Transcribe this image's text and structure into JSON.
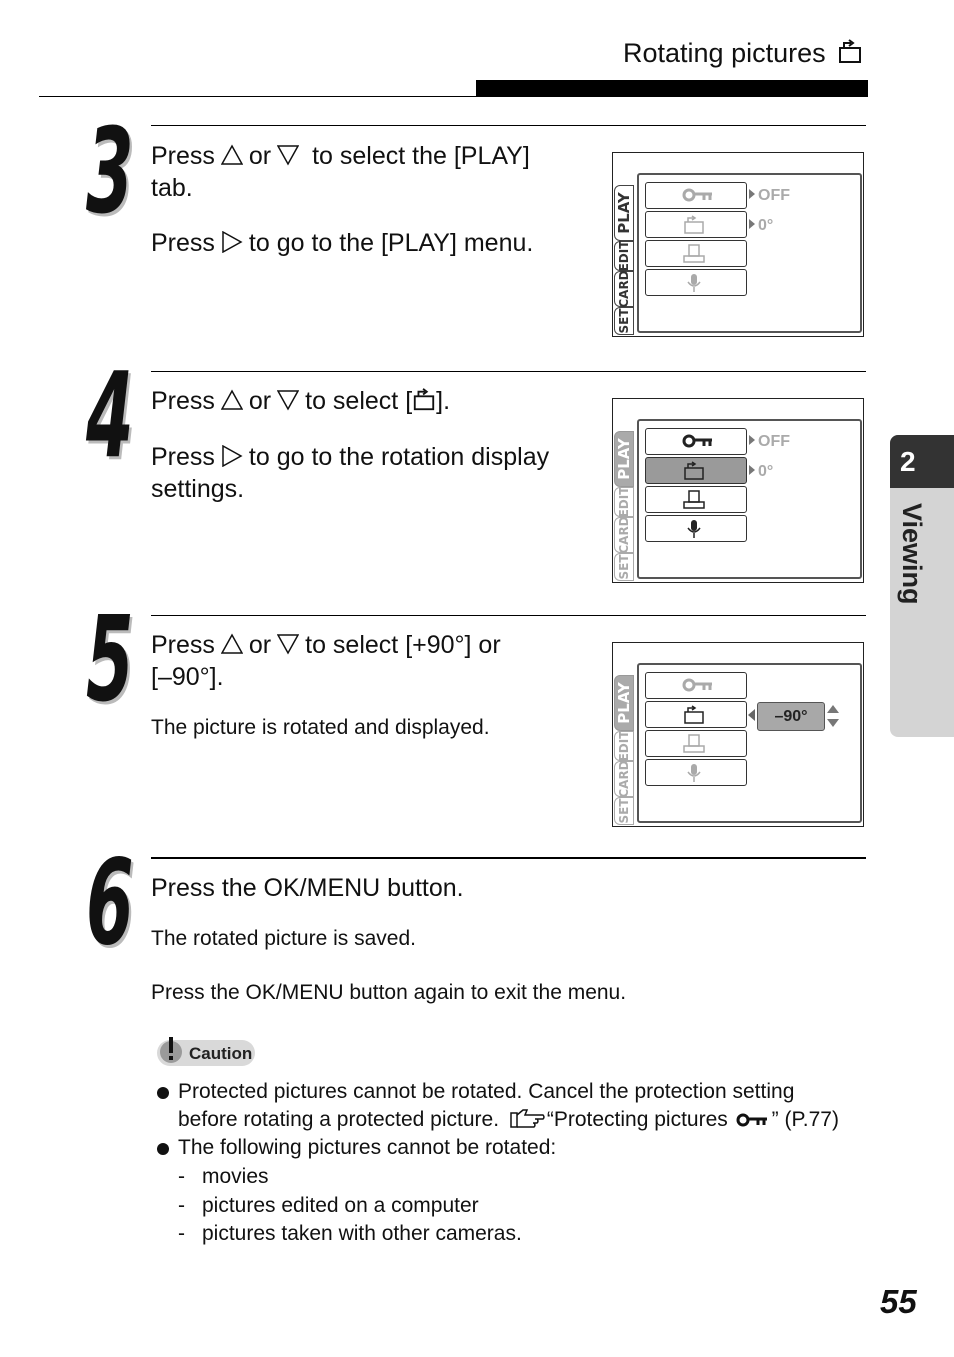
{
  "header": {
    "title": "Rotating pictures"
  },
  "side_tab": {
    "number": "2",
    "label": "Viewing"
  },
  "steps": [
    {
      "number": "3",
      "l1a": "Press",
      "l1b": "or",
      "l1c": "to select the [PLAY]",
      "l2": "tab.",
      "l3a": "Press",
      "l3b": "to go to the [PLAY] menu."
    },
    {
      "number": "4",
      "l1a": "Press",
      "l1b": "or",
      "l1c": "to select [",
      "l1d": "].",
      "l3a": "Press",
      "l3b": "to go to the rotation display",
      "l4": "settings."
    },
    {
      "number": "5",
      "l1a": "Press",
      "l1b": "or",
      "l1c": "to select [+90°] or",
      "l2": "[–90°].",
      "note": "The picture is rotated and displayed."
    },
    {
      "number": "6",
      "l1": "Press the OK/MENU button.",
      "note1": "The rotated picture is saved.",
      "note2": "Press the OK/MENU button again to exit the menu."
    }
  ],
  "screens": {
    "tabs": {
      "play": "PLAY",
      "edit": "EDIT",
      "card": "CARD",
      "set": "SET"
    },
    "opt_off": "OFF",
    "opt_deg": "0°",
    "selected_value": "–90°"
  },
  "caution": {
    "label": "Caution",
    "b1_l1": "Protected pictures cannot be rotated. Cancel the protection setting",
    "b1_l2a": "before rotating a protected picture.",
    "b1_l2b": "“Protecting pictures",
    "b1_l2c": "” (P.77)",
    "b2": "The following pictures cannot be rotated:",
    "items": [
      "movies",
      "pictures edited on a computer",
      "pictures taken with other cameras."
    ]
  },
  "page_number": "55"
}
